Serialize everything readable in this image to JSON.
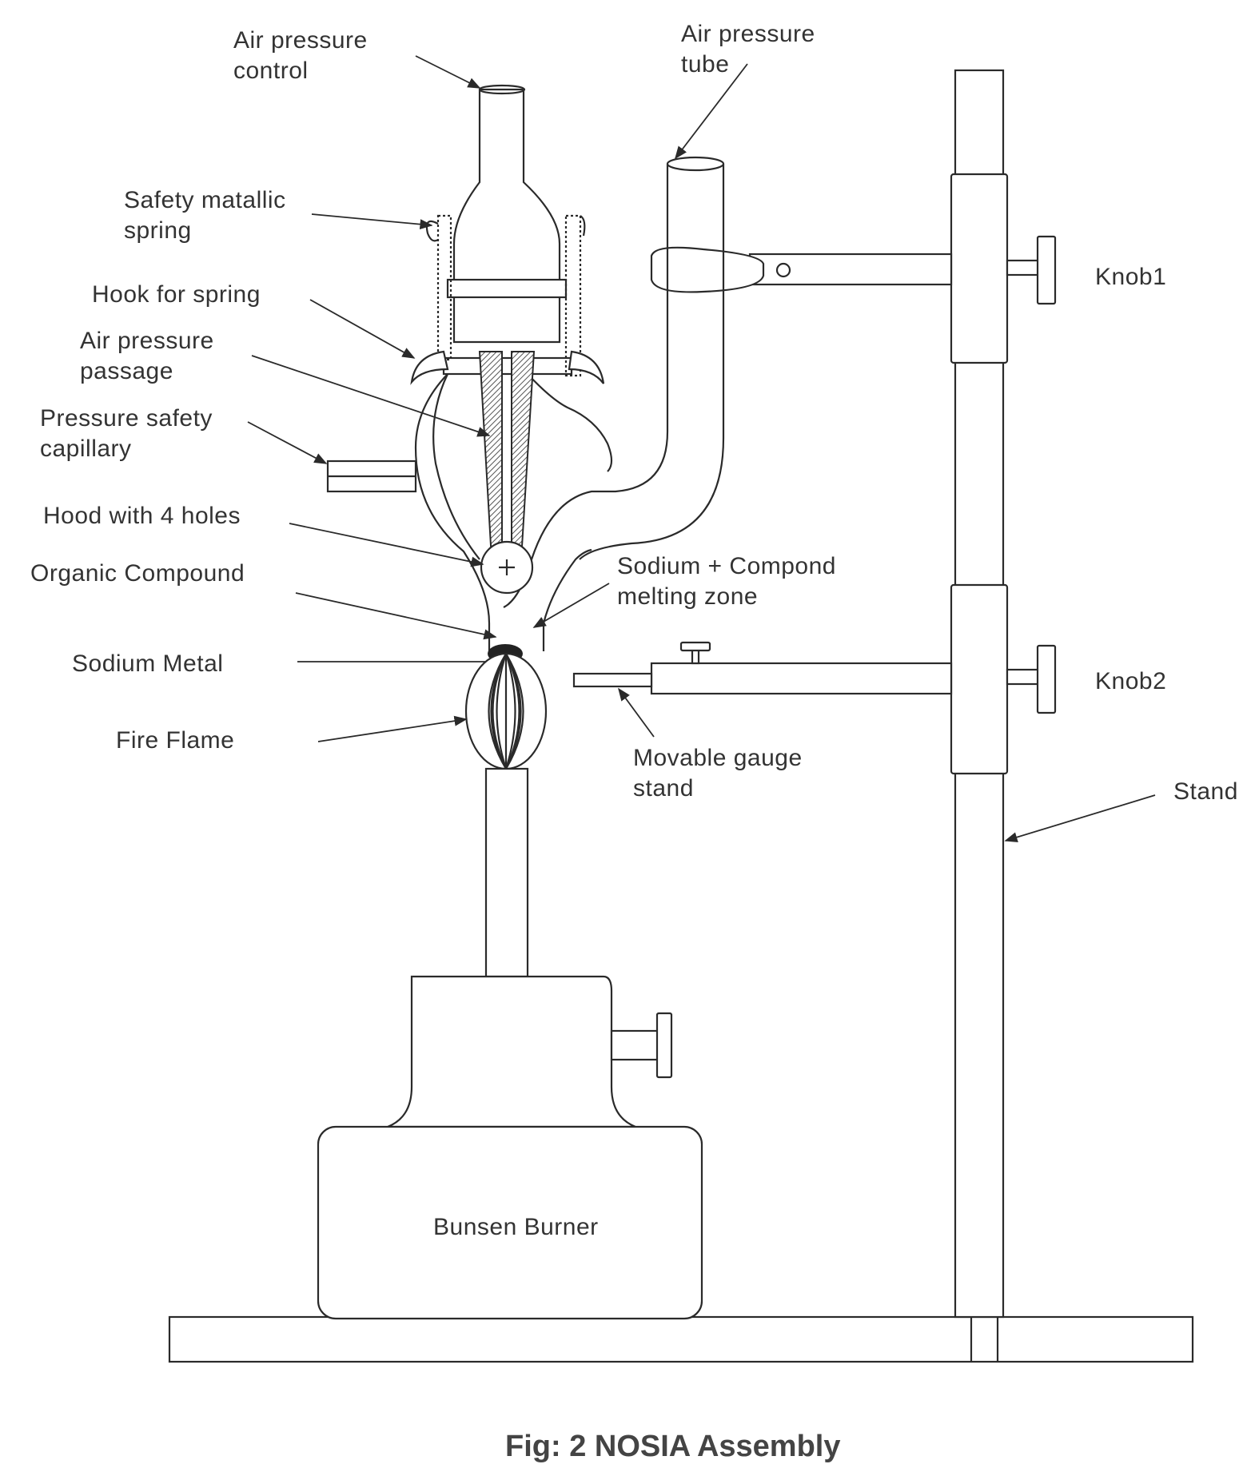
{
  "colors": {
    "ink": "#2a2a2a",
    "label_text": "#333333",
    "caption_text": "#444444",
    "background": "#ffffff",
    "sodium_metal": "#222222"
  },
  "labels": {
    "air_pressure_control": [
      "Air pressure",
      "control"
    ],
    "air_pressure_tube": [
      "Air pressure",
      "tube"
    ],
    "safety_spring": [
      "Safety matallic",
      "spring"
    ],
    "hook_for_spring": [
      "Hook for spring"
    ],
    "air_pressure_passage": [
      "Air pressure",
      "passage"
    ],
    "pressure_safety_capillary": [
      "Pressure safety",
      "capillary"
    ],
    "hood_with_holes": [
      "Hood with 4 holes"
    ],
    "organic_compound": [
      "Organic Compound"
    ],
    "melting_zone": [
      "Sodium + Compond",
      "melting zone"
    ],
    "sodium_metal": [
      "Sodium Metal"
    ],
    "fire_flame": [
      "Fire Flame"
    ],
    "movable_gauge_stand": [
      "Movable gauge",
      "stand"
    ],
    "knob1": [
      "Knob1"
    ],
    "knob2": [
      "Knob2"
    ],
    "stand": [
      "Stand"
    ],
    "bunsen_burner": [
      "Bunsen Burner"
    ]
  },
  "caption": "Fig: 2 NOSIA  Assembly"
}
